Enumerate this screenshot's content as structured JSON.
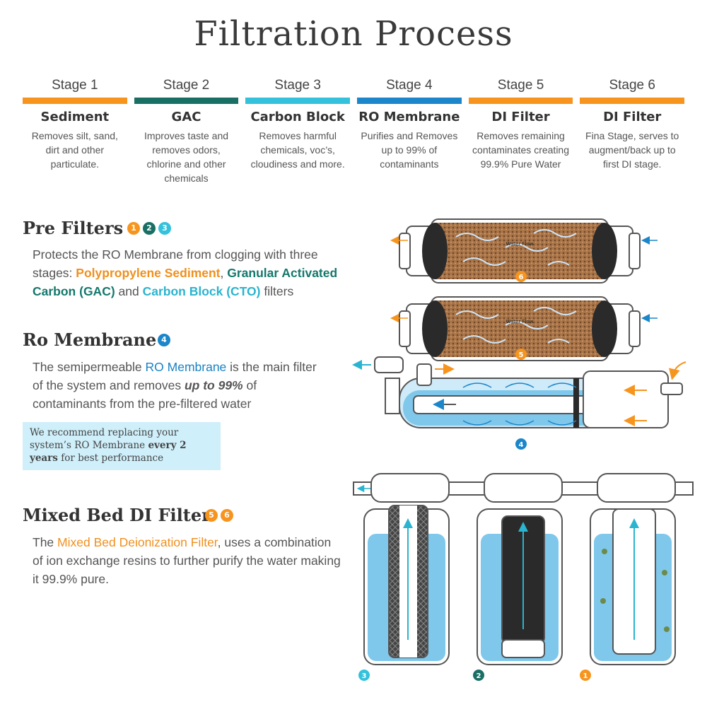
{
  "title": "Filtration Process",
  "stages": [
    {
      "label": "Stage 1",
      "name": "Sediment",
      "desc": "Removes silt, sand, dirt and other particulate.",
      "color": "#f7941d"
    },
    {
      "label": "Stage 2",
      "name": "GAC",
      "desc": "Improves taste and removes odors, chlorine and other chemicals",
      "color": "#1a6f65"
    },
    {
      "label": "Stage 3",
      "name": "Carbon Block",
      "desc": "Removes harmful chemicals, voc’s, cloudiness and more.",
      "color": "#33c1dc"
    },
    {
      "label": "Stage 4",
      "name": "RO Membrane",
      "desc": "Purifies and Removes up to 99% of contaminants",
      "color": "#1b86c9"
    },
    {
      "label": "Stage 5",
      "name": "DI Filter",
      "desc": "Removes remaining contaminates creating 99.9% Pure Water",
      "color": "#f7941d"
    },
    {
      "label": "Stage 6",
      "name": "DI Filter",
      "desc": "Fina Stage, serves to augment/back up to first DI stage.",
      "color": "#f7941d"
    }
  ],
  "pre_filters": {
    "title": "Pre Filters",
    "badges": [
      "1",
      "2",
      "3"
    ],
    "text_1": "Protects the RO Membrane from clogging with three stages: ",
    "hl_1": "Polypropylene Sediment",
    "sep_1": ", ",
    "hl_2": "Granular Activated Carbon (GAC)",
    "sep_2": " and ",
    "hl_3": "Carbon Block (CTO)",
    "text_2": " filters"
  },
  "ro_membrane": {
    "title": "Ro Membrane",
    "badges": [
      "4"
    ],
    "text_1": "The semipermeable ",
    "hl_1": "RO Membrane",
    "text_2": " is the main filter of the system and removes ",
    "hl_2": "up to 99%",
    "text_3": " of contaminants from the pre-filtered water",
    "note_1": "We recommend replacing your system’s RO Membrane ",
    "note_bold": "every 2 years",
    "note_2": " for best performance"
  },
  "mixed_bed": {
    "title": "Mixed Bed DI Filter",
    "badges": [
      "5",
      "6"
    ],
    "text_1": "The ",
    "hl_1": "Mixed Bed Deionization Filter",
    "text_2": ", uses a combination of ion exchange resins to further purify the water making it 99.9% pure."
  },
  "diagram": {
    "water_flow_label": "Water Flow",
    "di_badges": [
      "6",
      "5"
    ],
    "ro_badge": "4",
    "canister_badges": [
      "3",
      "2",
      "1"
    ]
  },
  "colors": {
    "orange": "#f7941d",
    "teal": "#1a6f65",
    "cyan": "#33c1dc",
    "blue": "#1b86c9",
    "water": "#7fc8ec"
  }
}
